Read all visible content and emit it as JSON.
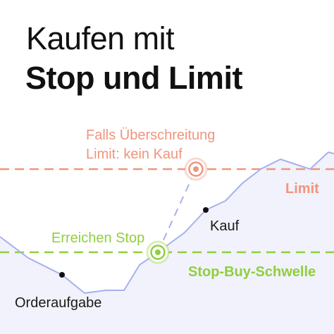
{
  "title": {
    "line1": "Kaufen mit",
    "line2": "Stop und Limit"
  },
  "labels": {
    "limit_note_line1": "Falls Überschreitung",
    "limit_note_line2": "Limit: kein Kauf",
    "limit": "Limit",
    "buy": "Kauf",
    "stop_reached": "Erreichen Stop",
    "stop_threshold": "Stop-Buy-Schwelle",
    "order_placed": "Orderaufgabe"
  },
  "colors": {
    "limit": "#f0957e",
    "stop": "#8fcf3c",
    "price_line": "#a6b1ec",
    "area_fill": "#f1f2fb",
    "marker": "#111111",
    "text": "#111111"
  },
  "icons": {
    "limit_target": "target-icon",
    "stop_target": "target-icon",
    "buy_point": "dot-icon",
    "order_point": "dot-icon"
  }
}
